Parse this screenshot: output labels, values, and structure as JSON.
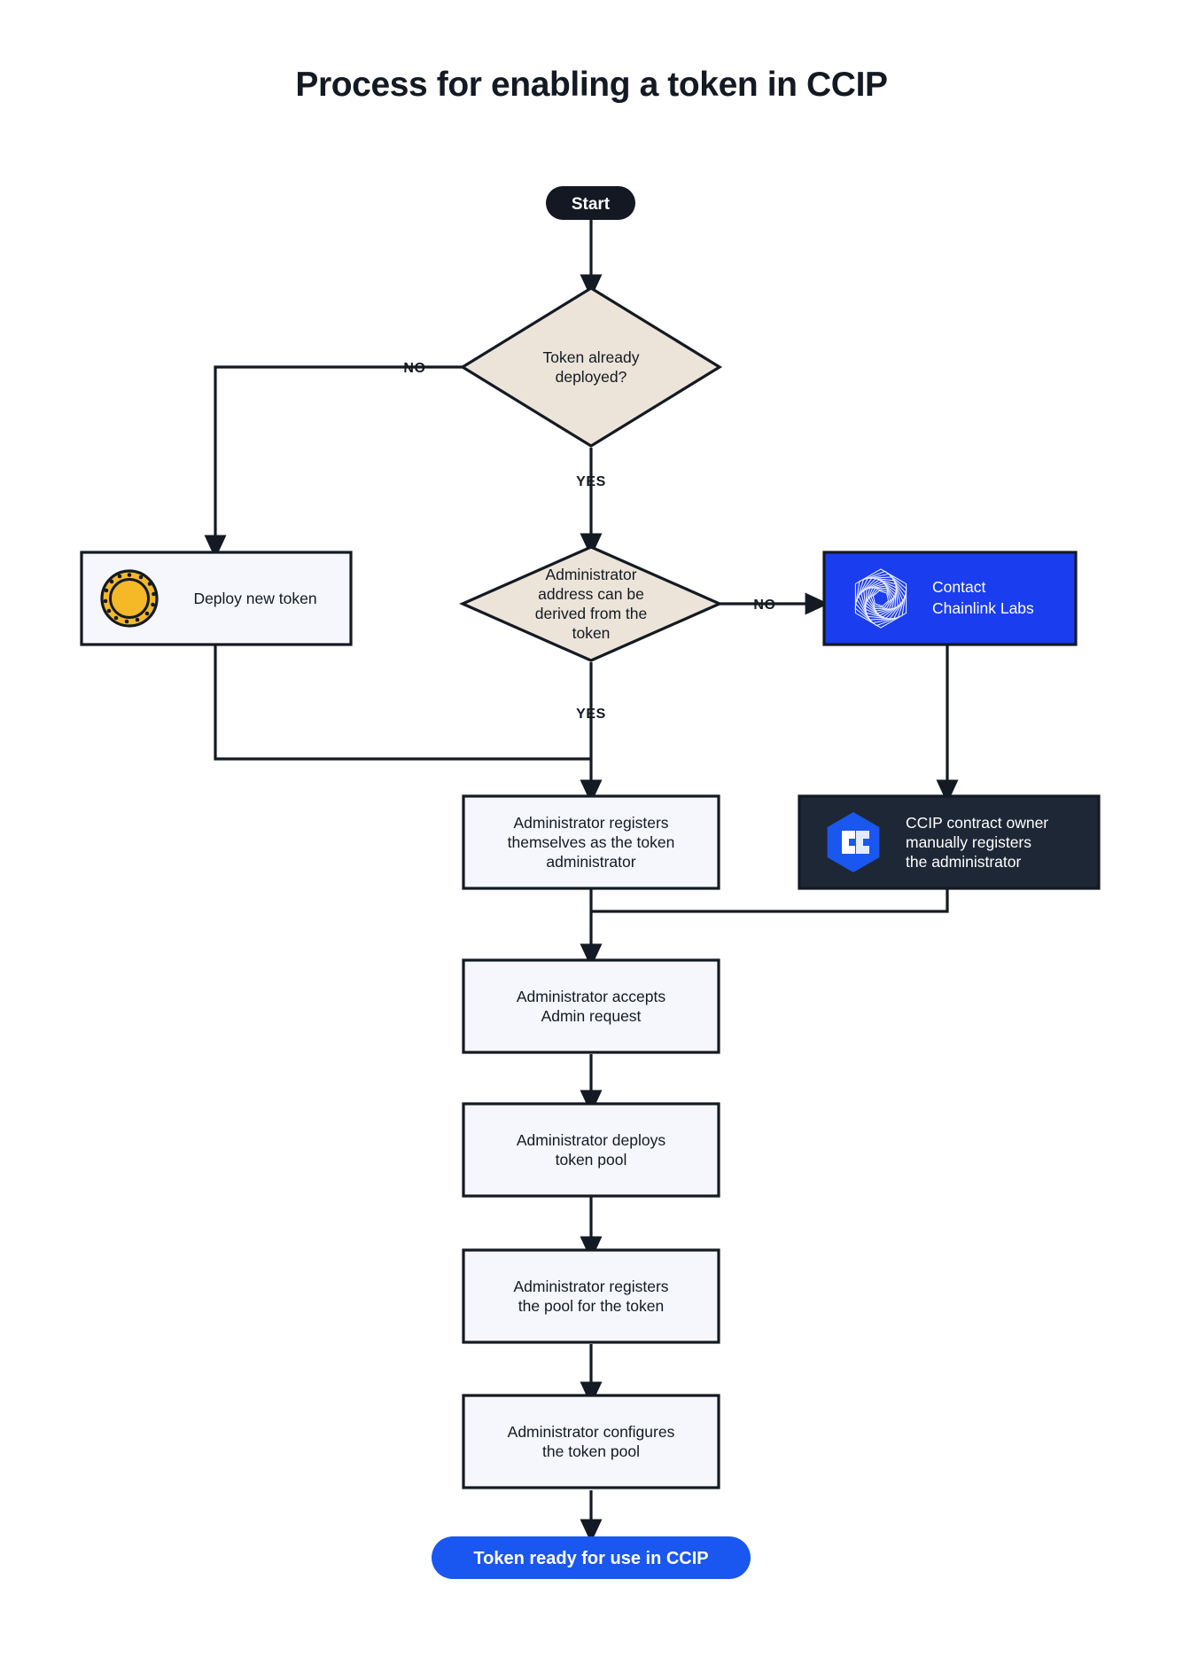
{
  "title": "Process for enabling a token in CCIP",
  "colors": {
    "background": "#ffffff",
    "ink": "#141a23",
    "box_light_fill": "#f5f7fc",
    "decision_fill": "#ece4d9",
    "brand_blue": "#1a3df0",
    "end_pill_blue": "#1a56f0",
    "dark_panel": "#1e2735",
    "start_pill_dark": "#131822",
    "coin_gold": "#f5b927"
  },
  "nodes": {
    "start": {
      "label": "Start",
      "shape": "pill",
      "kind": "terminator"
    },
    "decision_token_deployed": {
      "label": "Token already deployed?",
      "lines": [
        "Token already",
        "deployed?"
      ],
      "shape": "diamond"
    },
    "deploy_new_token": {
      "label": "Deploy new token",
      "lines": [
        "Deploy new token"
      ],
      "shape": "rect",
      "icon": "gold-coin-icon"
    },
    "decision_admin_derivable": {
      "label": "Administrator address can be derived from the token",
      "lines": [
        "Administrator",
        "address can be",
        "derived from the",
        "token"
      ],
      "shape": "diamond"
    },
    "contact_chainlink_labs": {
      "label": "Contact Chainlink Labs",
      "lines": [
        "Contact",
        "Chainlink Labs"
      ],
      "shape": "rect",
      "icon": "chainlink-labs-icon"
    },
    "admin_self_register": {
      "label": "Administrator registers themselves as the token administrator",
      "lines": [
        "Administrator registers",
        "themselves as the token",
        "administrator"
      ],
      "shape": "rect"
    },
    "ccip_owner_registers": {
      "label": "CCIP contract owner manually registers the administrator",
      "lines": [
        "CCIP contract owner",
        "manually registers",
        "the administrator"
      ],
      "shape": "rect",
      "icon": "ccip-hexagon-icon"
    },
    "admin_accepts": {
      "label": "Administrator accepts Admin request",
      "lines": [
        "Administrator accepts",
        "Admin request"
      ],
      "shape": "rect"
    },
    "admin_deploys_pool": {
      "label": "Administrator deploys token pool",
      "lines": [
        "Administrator deploys",
        "token pool"
      ],
      "shape": "rect"
    },
    "admin_registers_pool": {
      "label": "Administrator registers the pool for the token",
      "lines": [
        "Administrator registers",
        "the pool for the token"
      ],
      "shape": "rect"
    },
    "admin_configures_pool": {
      "label": "Administrator configures the token pool",
      "lines": [
        "Administrator configures",
        "the token pool"
      ],
      "shape": "rect"
    },
    "end": {
      "label": "Token ready for use in CCIP",
      "shape": "pill",
      "kind": "terminator"
    }
  },
  "edge_labels": {
    "token_deployed_no": "NO",
    "token_deployed_yes": "YES",
    "admin_derivable_no": "NO",
    "admin_derivable_yes": "YES"
  }
}
